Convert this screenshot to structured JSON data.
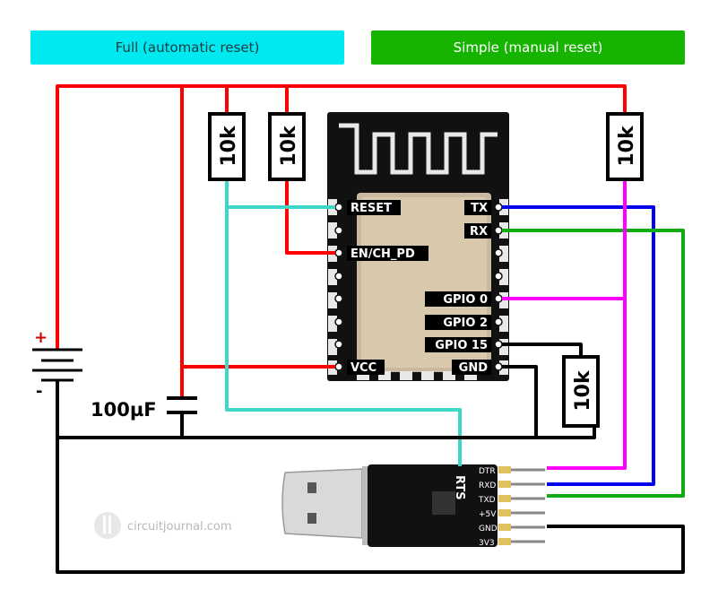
{
  "legend": {
    "full": "Full (automatic reset)",
    "simple": "Simple (manual reset)"
  },
  "resistors": {
    "r1": "10k",
    "r2": "10k",
    "r3": "10k",
    "r4": "10k"
  },
  "capacitor": "100µF",
  "battery": {
    "plus": "+",
    "minus": "-"
  },
  "esp_pins_left": {
    "reset": "RESET",
    "en": "EN/CH_PD",
    "vcc": "VCC"
  },
  "esp_pins_right": {
    "tx": "TX",
    "rx": "RX",
    "gpio0": "GPIO 0",
    "gpio2": "GPIO 2",
    "gpio15": "GPIO 15",
    "gnd": "GND"
  },
  "usb_pins": [
    "DTR",
    "RXD",
    "TXD",
    "+5V",
    "GND",
    "3V3"
  ],
  "usb_rts": "RTS",
  "watermark": "circuitjournal.com",
  "colors": {
    "red": "#ff0000",
    "cyan": "#3dd6c8",
    "blue": "#0000ee",
    "green": "#11aa11",
    "magenta": "#ff00ff",
    "black": "#000000"
  }
}
